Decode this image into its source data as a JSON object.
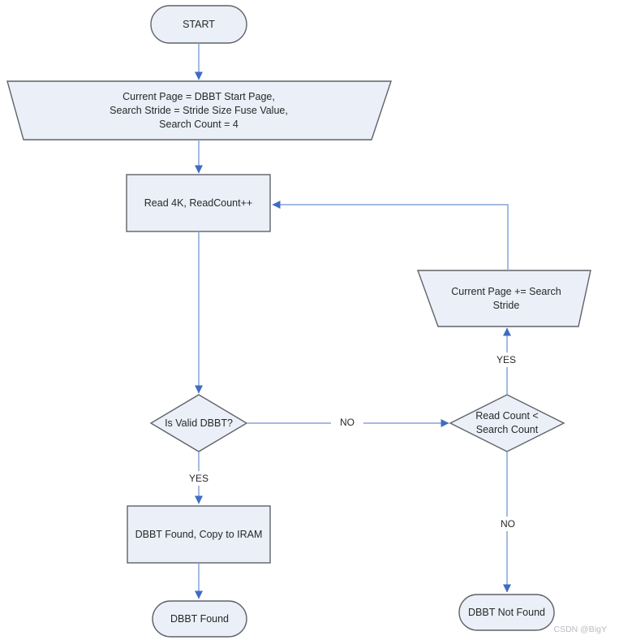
{
  "colors": {
    "node-fill": "#eaeff8",
    "node-stroke": "#5f6368",
    "edge-color": "#85a3d9",
    "arrow-color": "#3f6cc0",
    "text-color": "#282828",
    "watermark-color": "#b8bcc2"
  },
  "nodes": {
    "start": {
      "type": "terminator",
      "label": "START"
    },
    "init": {
      "type": "manual-operation",
      "label": "Current Page = DBBT Start Page,\nSearch Stride = Stride Size Fuse Value,\nSearch Count = 4"
    },
    "read": {
      "type": "process",
      "label": "Read 4K, ReadCount++"
    },
    "stride": {
      "type": "manual-operation",
      "label": "Current Page += Search\nStride"
    },
    "valid": {
      "type": "decision",
      "label": "Is Valid DBBT?"
    },
    "count": {
      "type": "decision",
      "label": "Read Count <\nSearch Count"
    },
    "copy": {
      "type": "process",
      "label": "DBBT Found, Copy to IRAM"
    },
    "found": {
      "type": "terminator",
      "label": "DBBT Found"
    },
    "notfound": {
      "type": "terminator",
      "label": "DBBT Not Found"
    }
  },
  "edge_labels": {
    "valid_no": "NO",
    "valid_yes": "YES",
    "count_yes": "YES",
    "count_no": "NO"
  },
  "watermark": "CSDN @BigY"
}
